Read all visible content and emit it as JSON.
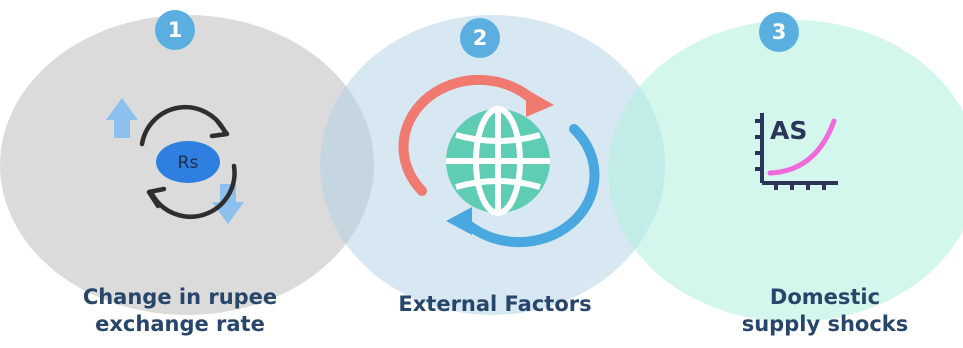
{
  "items": [
    {
      "number": "1",
      "label_line1": "Change in rupee",
      "label_line2": "exchange rate",
      "icon": "rupee-exchange-icon",
      "icon_text": "Rs"
    },
    {
      "number": "2",
      "label_line1": "External Factors",
      "icon": "globe-icon"
    },
    {
      "number": "3",
      "label_line1": "Domestic",
      "label_line2": "supply shocks",
      "icon": "supply-curve-icon",
      "icon_text": "AS"
    }
  ],
  "colors": {
    "circle1": "#bdbdbd",
    "circle2": "#afd2e8",
    "circle3": "#afeede",
    "badge": "#5aaee0",
    "label": "#27466a",
    "globe": "#5ecdb4",
    "arrow_red": "#f07a70",
    "arrow_blue": "#4aa8e0",
    "curve": "#f06adc"
  }
}
